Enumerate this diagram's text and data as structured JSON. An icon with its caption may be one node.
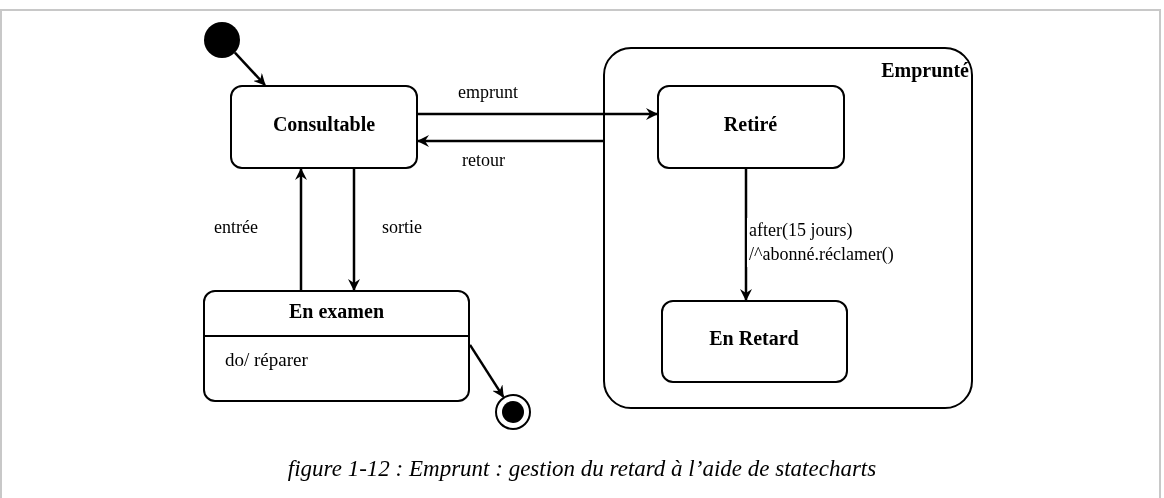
{
  "diagram": {
    "caption": "figure 1-12 : Emprunt : gestion du retard à l’aide de statecharts",
    "nodes": [
      {
        "text": [],
        "shape": "circle"
      },
      {
        "text": [
          "Consultable"
        ]
      },
      {
        "text": [
          "En examen",
          "do/ réparer"
        ]
      },
      {
        "text": [],
        "shape": "circle"
      },
      {
        "text": [
          "Emprunté"
        ]
      },
      {
        "text": [
          "Retiré"
        ],
        "in": 4
      },
      {
        "text": [
          "En Retard"
        ],
        "in": 4
      }
    ],
    "edges": [
      {
        "from": 0,
        "to": 1,
        "arrow": "to"
      },
      {
        "from": 1,
        "to": 5,
        "arrow": "to",
        "label": "emprunt"
      },
      {
        "from": 4,
        "to": 1,
        "arrow": "to",
        "label": "retour"
      },
      {
        "from": 1,
        "to": 2,
        "arrow": "to",
        "label": "sortie"
      },
      {
        "from": 2,
        "to": 1,
        "arrow": "to",
        "label": "entrée"
      },
      {
        "from": 5,
        "to": 6,
        "arrow": "to",
        "label": "after(15 jours) /^abonné.réclamer()"
      },
      {
        "from": 2,
        "to": 3,
        "arrow": "to"
      }
    ]
  }
}
